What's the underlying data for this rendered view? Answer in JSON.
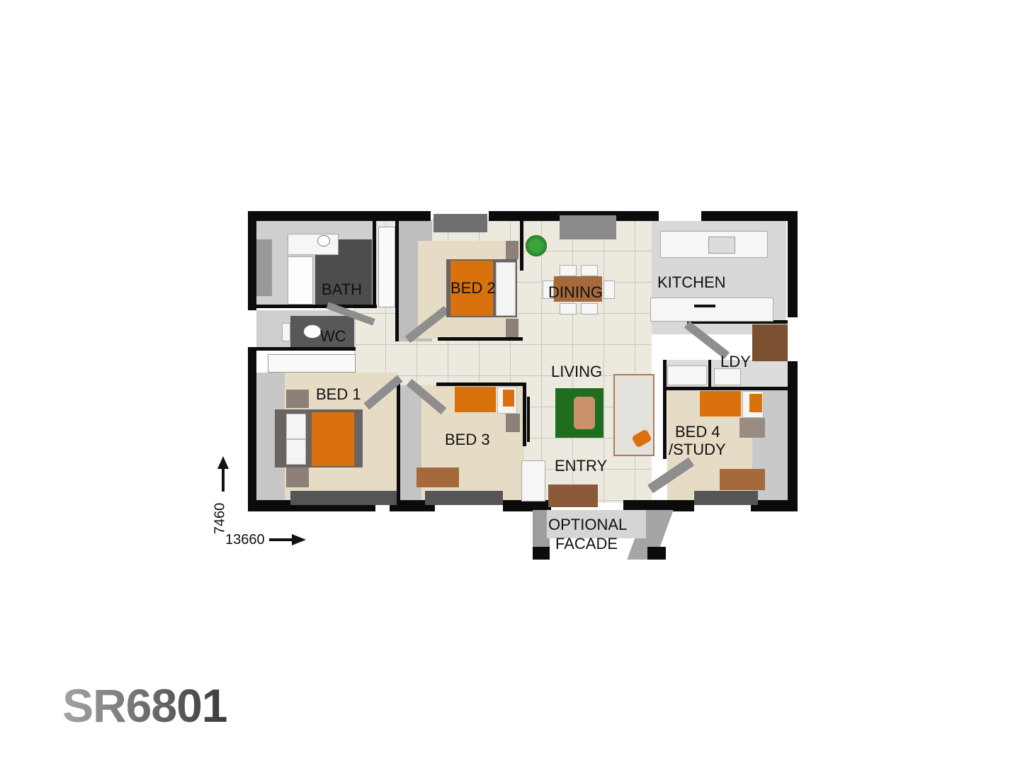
{
  "plan": {
    "model_code": "SR6801",
    "dimensions": {
      "width_mm": "13660",
      "depth_mm": "7460"
    },
    "rooms": {
      "bath": "BATH",
      "wc": "WC",
      "bed2": "BED 2",
      "dining": "DINING",
      "kitchen": "KITCHEN",
      "ldy": "LDY",
      "living": "LIVING",
      "bed1": "BED 1",
      "bed3": "BED 3",
      "bed4_line1": "BED 4",
      "bed4_line2": "/STUDY",
      "entry": "ENTRY"
    },
    "facade": {
      "line1": "OPTIONAL",
      "line2": "FACADE"
    },
    "colors": {
      "bed_cover": "#d9710d",
      "rug": "#1f6e1f",
      "wall": "#0b0b0b",
      "tile_floor": "#ece9df",
      "carpet": "#e6dcc6",
      "timber": "#a56a3c"
    }
  }
}
